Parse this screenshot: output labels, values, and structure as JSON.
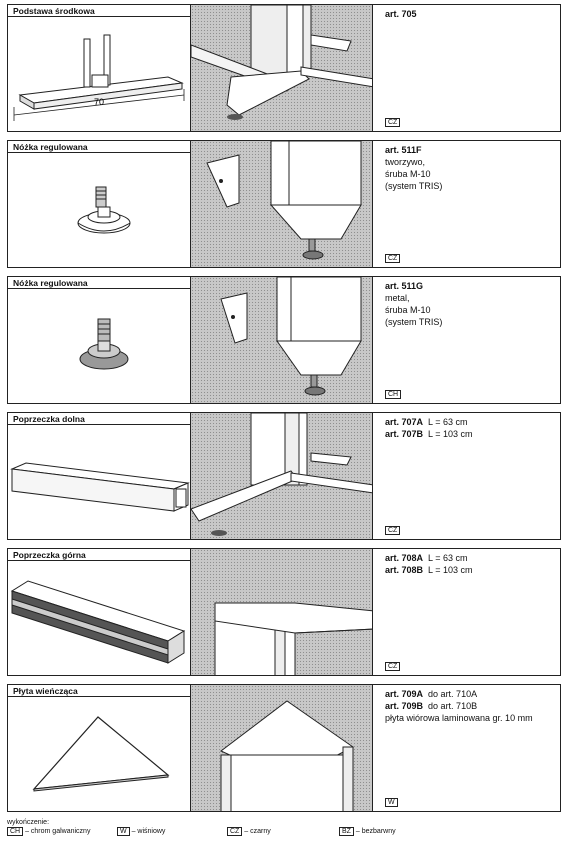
{
  "sections": [
    {
      "title": "Podstawa środkowa",
      "art_lines": [
        {
          "art": "art. 705",
          "text": ""
        }
      ],
      "desc": [],
      "finish": "CZ",
      "dimension": "70"
    },
    {
      "title": "Nóżka regulowana",
      "art_lines": [
        {
          "art": "art. 511F",
          "text": ""
        }
      ],
      "desc": [
        "tworzywo,",
        "śruba M-10",
        "(system TRIS)"
      ],
      "finish": "CZ"
    },
    {
      "title": "Nóżka regulowana",
      "art_lines": [
        {
          "art": "art. 511G",
          "text": ""
        }
      ],
      "desc": [
        "metal,",
        "śruba M-10",
        "(system TRIS)"
      ],
      "finish": "CH"
    },
    {
      "title": "Poprzeczka dolna",
      "art_lines": [
        {
          "art": "art. 707A",
          "text": "L = 63 cm"
        },
        {
          "art": "art. 707B",
          "text": "L = 103 cm"
        }
      ],
      "desc": [],
      "finish": "CZ"
    },
    {
      "title": "Poprzeczka górna",
      "art_lines": [
        {
          "art": "art. 708A",
          "text": "L = 63 cm"
        },
        {
          "art": "art. 708B",
          "text": "L = 103 cm"
        }
      ],
      "desc": [],
      "finish": "CZ"
    },
    {
      "title": "Płyta wieńcząca",
      "art_lines": [
        {
          "art": "art. 709A",
          "text": "do art. 710A"
        },
        {
          "art": "art. 709B",
          "text": "do art. 710B"
        }
      ],
      "desc": [
        "płyta wiórowa laminowana gr. 10 mm"
      ],
      "finish": "W"
    }
  ],
  "legend": {
    "heading": "wykończenie:",
    "items": [
      {
        "key": "CH",
        "label": "– chrom galwaniczny"
      },
      {
        "key": "W",
        "label": "– wiśniowy"
      },
      {
        "key": "CZ",
        "label": "– czarny"
      },
      {
        "key": "BZ",
        "label": "– bezbarwny"
      }
    ]
  }
}
